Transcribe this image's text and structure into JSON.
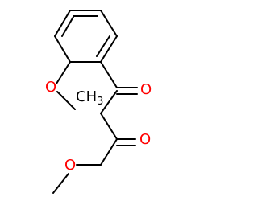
{
  "colors": {
    "bond": "#000000",
    "carbon_label": "#000000",
    "oxygen": "#ff0000"
  },
  "atoms": {
    "methoxy_oxygen": "O",
    "methoxy_methyl": "CH3",
    "ketone_oxygen": "O",
    "carbonyl_oxygen": "O",
    "ester_oxygen": "O"
  }
}
